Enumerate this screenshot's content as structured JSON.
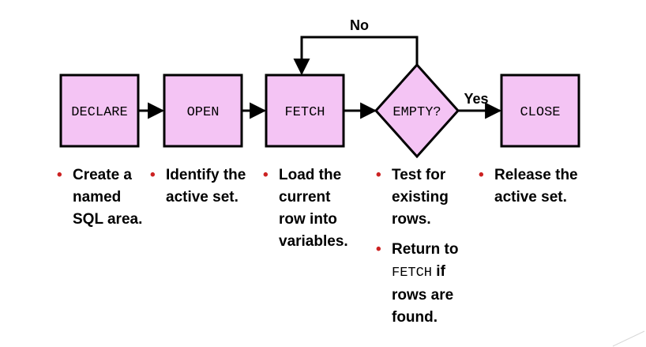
{
  "nodes": {
    "declare": "DECLARE",
    "open": "OPEN",
    "fetch": "FETCH",
    "empty": "EMPTY?",
    "close": "CLOSE"
  },
  "edges": {
    "no_label": "No",
    "yes_label": "Yes"
  },
  "descriptions": {
    "declare": [
      "Create a",
      "named",
      "SQL area."
    ],
    "open": [
      "Identify the",
      "active set."
    ],
    "fetch": [
      "Load the",
      "current",
      "row into",
      "variables."
    ],
    "empty_1": [
      "Test for",
      "existing",
      "rows."
    ],
    "empty_2": {
      "code": "FETCH",
      "lines": [
        "Return to",
        "if",
        "rows are",
        "found."
      ]
    },
    "close": [
      "Release the",
      "active set."
    ]
  },
  "colors": {
    "box_fill": "#f4c4f4",
    "stroke": "#000000",
    "bullet": "#cc2222"
  }
}
